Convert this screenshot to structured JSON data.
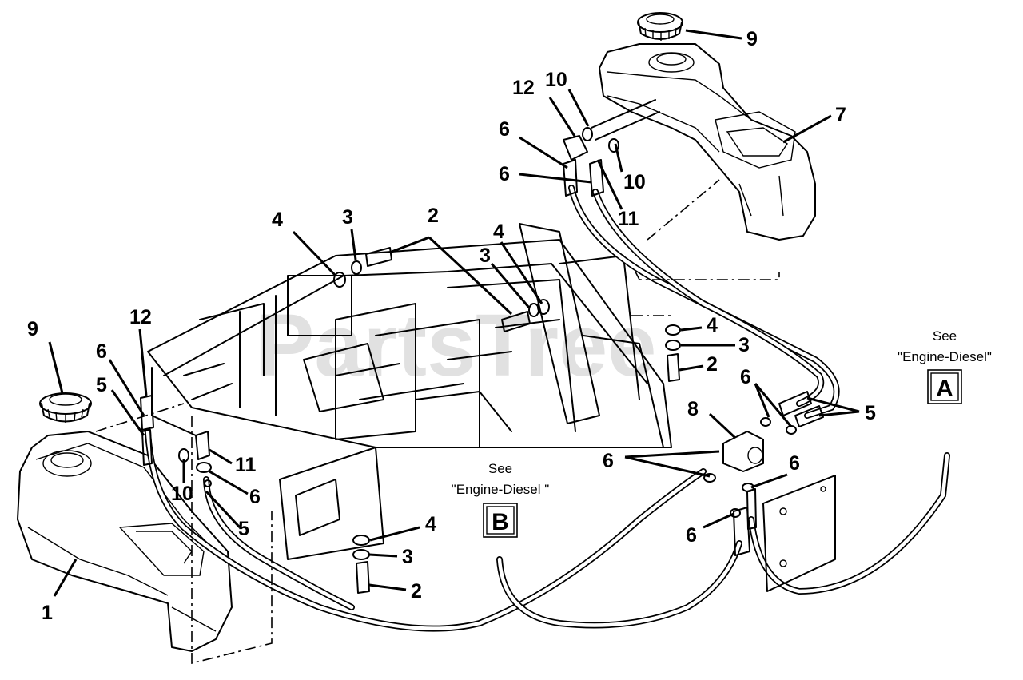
{
  "watermark": "PartsTree",
  "references": [
    {
      "id": "A",
      "see": "See",
      "target": "\"Engine-Diesel\""
    },
    {
      "id": "B",
      "see": "See",
      "target": "\"Engine-Diesel \""
    }
  ],
  "callouts": {
    "c1": "1",
    "c2a": "2",
    "c2b": "2",
    "c2c": "2",
    "c3a": "3",
    "c3b": "3",
    "c3c": "3",
    "c3d": "3",
    "c4a": "4",
    "c4b": "4",
    "c4c": "4",
    "c4d": "4",
    "c5a": "5",
    "c5b": "5",
    "c5c": "5",
    "c6a": "6",
    "c6b": "6",
    "c6c": "6",
    "c6d": "6",
    "c6e": "6",
    "c6f": "6",
    "c6g": "6",
    "c6h": "6",
    "c7": "7",
    "c8": "8",
    "c9a": "9",
    "c9b": "9",
    "c10a": "10",
    "c10b": "10",
    "c10c": "10",
    "c11a": "11",
    "c11b": "11",
    "c12a": "12",
    "c12b": "12"
  }
}
